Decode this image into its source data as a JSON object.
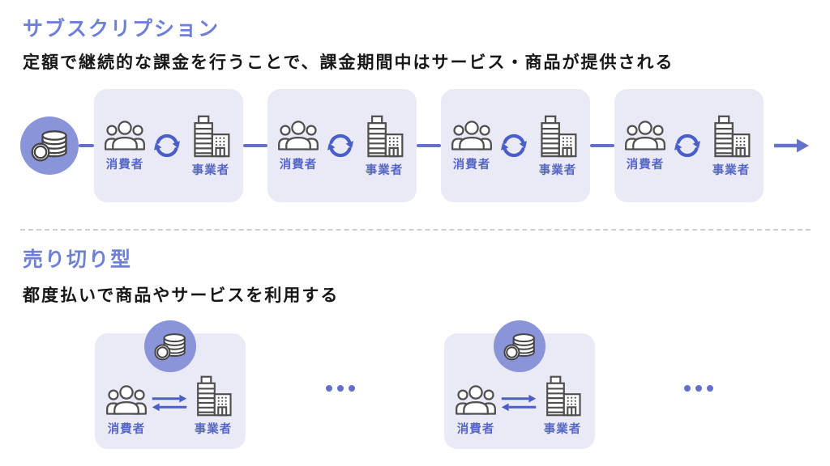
{
  "colors": {
    "title_blue": "#6e80d6",
    "text_dark": "#171717",
    "accent_blue": "#4a5ec8",
    "label_blue": "#5666c6",
    "connector_blue": "#6270cc",
    "circle_purple": "#8a94d9",
    "box_bg": "#e9eaf6",
    "icon_stroke": "#4f4f4f"
  },
  "subscription": {
    "title": "サブスクリプション",
    "description": "定額で継続的な課金を行うことで、課金期間中はサービス・商品が提供される",
    "consumer_label": "消費者",
    "business_label": "事業者",
    "cycle_count": 4,
    "icons": {
      "payment": "coin-stack-icon",
      "consumer": "people-group-icon",
      "recurring": "refresh-cycle-icon",
      "business": "office-building-icon",
      "flow_end": "right-arrow-icon"
    }
  },
  "one_time": {
    "title": "売り切り型",
    "description": "都度払いで商品やサービスを利用する",
    "consumer_label": "消費者",
    "business_label": "事業者",
    "group_count": 2,
    "icons": {
      "payment": "coin-stack-icon",
      "consumer": "people-group-icon",
      "exchange": "two-way-arrows-icon",
      "business": "office-building-icon",
      "more": "ellipsis-dots"
    }
  }
}
